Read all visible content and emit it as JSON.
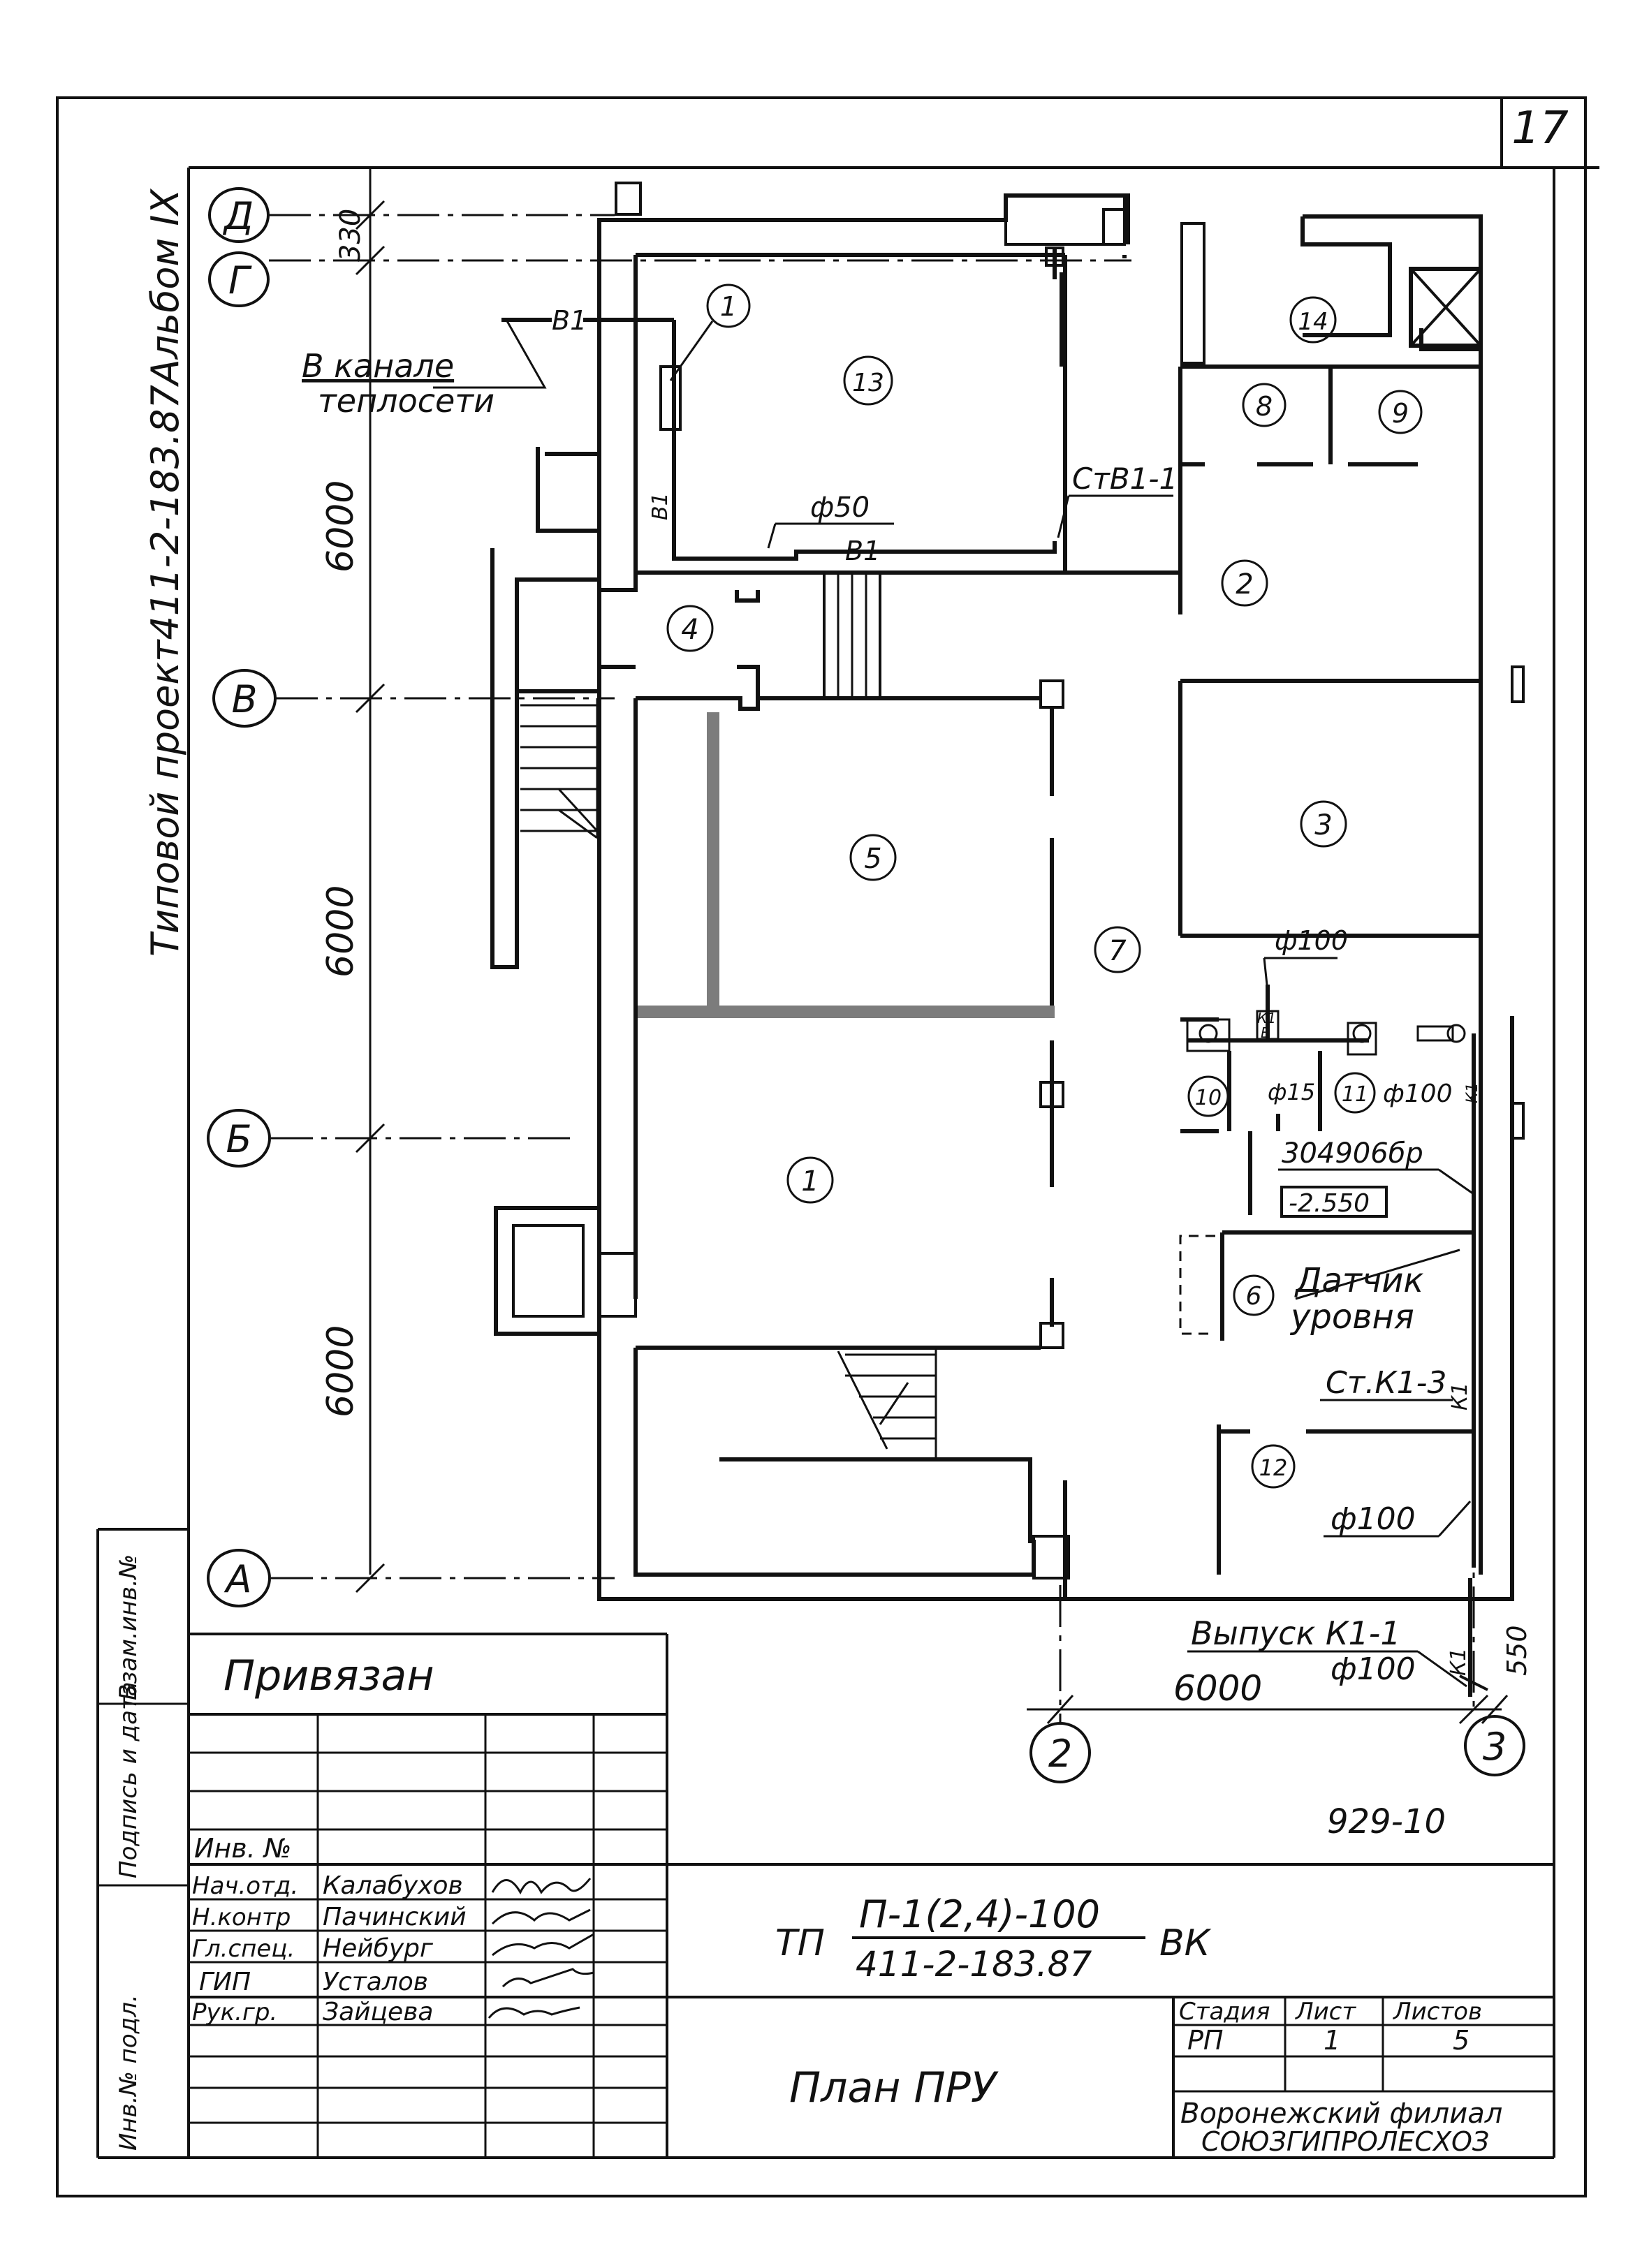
{
  "sheet": {
    "number": "17",
    "drawing_code": "929-10"
  },
  "side_title": "Типовой проект411-2-183.87Альбом IX",
  "axes": {
    "d": "Д",
    "g": "Г",
    "v": "В",
    "b": "Б",
    "a": "А",
    "col2": "2",
    "col3": "3"
  },
  "dimensions": {
    "d330": "330",
    "d6000_top": "6000",
    "d6000_mid": "6000",
    "d6000_bot": "6000",
    "d6000_bottom": "6000",
    "d550": "550"
  },
  "rooms": {
    "r1": "1",
    "r2": "2",
    "r3": "3",
    "r4": "4",
    "r5": "5",
    "r6": "6",
    "r7": "7",
    "r8": "8",
    "r9": "9",
    "r10": "10",
    "r11": "11",
    "r12": "12",
    "r13": "13",
    "r14": "14",
    "equip1": "1"
  },
  "labels": {
    "canal_line1": "В канале",
    "canal_line2": "теплосети",
    "b1_top": "В1",
    "b1_vertical": "В1",
    "b1_horizontal": "В1",
    "phi50": "ф50",
    "stb1": "СтВ1-1",
    "phi100_top": "ф100",
    "k1_small": "К1",
    "b_small": "В",
    "phi15": "ф15",
    "phi100_right": "ф100",
    "k1_right": "К1",
    "fitting": "304906бр",
    "level": "-2.550",
    "sensor_line1": "Датчик",
    "sensor_line2": "уровня",
    "stk13": "Ст.К1-3",
    "k1_vert": "К1",
    "phi100_bottom": "ф100",
    "outlet": "Выпуск К1-1",
    "outlet_phi": "ф100",
    "k1_outlet": "К1"
  },
  "stamp": {
    "privyazan": "Привязан",
    "side_cols": [
      "Взам.инв.№",
      "Подпись и дата",
      "Инв.№ подл."
    ],
    "inv_no": "Инв. №",
    "roles": [
      {
        "role": "Нач.отд.",
        "name": "Калабухов"
      },
      {
        "role": "Н.контр",
        "name": "Пачинский"
      },
      {
        "role": "Гл.спец.",
        "name": "Нейбург"
      },
      {
        "role": "ГИП",
        "name": "Усталов"
      },
      {
        "role": "Рук.гр.",
        "name": "Зайцева"
      }
    ],
    "code_prefix": "ТП",
    "code_num": "П-1(2,4)-100",
    "code_den": "411-2-183.87",
    "code_suffix": "ВК",
    "title": "План ПРУ",
    "stage_header": "Стадия",
    "sheet_header": "Лист",
    "sheets_header": "Листов",
    "stage": "РП",
    "sheet": "1",
    "sheets": "5",
    "org_line1": "Воронежский филиал",
    "org_line2": "СОЮЗГИПРОЛЕСХОЗ"
  }
}
